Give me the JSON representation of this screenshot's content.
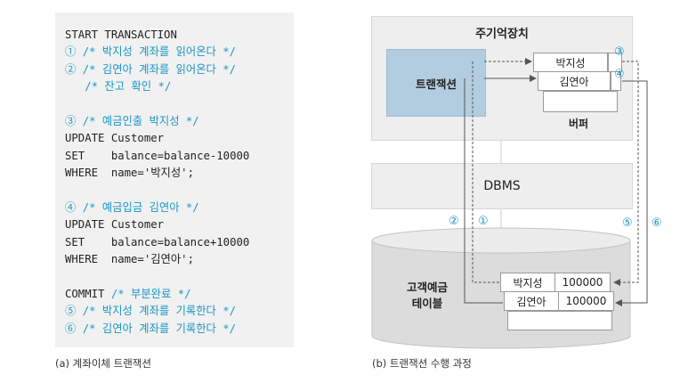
{
  "left": {
    "lines": [
      {
        "type": "kw",
        "text": "START TRANSACTION"
      },
      {
        "type": "cm",
        "text": "① /* 박지성 계좌를 읽어온다 */"
      },
      {
        "type": "cm",
        "text": "② /* 김연아 계좌를 읽어온다 */"
      },
      {
        "type": "cm",
        "text": "   /* 잔고 확인 */"
      },
      {
        "type": "blank",
        "text": ""
      },
      {
        "type": "cm",
        "text": "③ /* 예금인출 박지성 */"
      },
      {
        "type": "kw",
        "text": "UPDATE Customer"
      },
      {
        "type": "kw",
        "text": "SET    balance=balance-10000"
      },
      {
        "type": "kw",
        "text": "WHERE  name='박지성';"
      },
      {
        "type": "blank",
        "text": ""
      },
      {
        "type": "cm",
        "text": "④ /* 예금입금 김연아 */"
      },
      {
        "type": "kw",
        "text": "UPDATE Customer"
      },
      {
        "type": "kw",
        "text": "SET    balance=balance+10000"
      },
      {
        "type": "kw",
        "text": "WHERE  name='김연아';"
      },
      {
        "type": "blank",
        "text": ""
      },
      {
        "type": "mix",
        "kw": "COMMIT ",
        "cm": "/* 부분완료 */"
      },
      {
        "type": "cm",
        "text": "⑤ /* 박지성 계좌를 기록한다 */"
      },
      {
        "type": "cm",
        "text": "⑥ /* 김연아 계좌를 기록한다 */"
      }
    ],
    "caption": "(a) 계좌이체 트랜잭션"
  },
  "right": {
    "memory_title": "주기억장치",
    "transaction_label": "트랜잭션",
    "buffer_label": "버퍼",
    "buffer_rows": [
      "박지성",
      "김연아"
    ],
    "dbms_label": "DBMS",
    "table_label_line1": "고객예금",
    "table_label_line2": "테이블",
    "table_rows": [
      {
        "name": "박지성",
        "balance": "100000"
      },
      {
        "name": "김연아",
        "balance": "100000"
      }
    ],
    "marks": {
      "m1": "①",
      "m2": "②",
      "m3": "③",
      "m4": "④",
      "m5": "⑤",
      "m6": "⑥"
    },
    "caption": "(b) 트랜잭션 수행 과정",
    "colors": {
      "accent": "#1a97c7",
      "transaction_fill": "#b3cde0",
      "panel": "#eeeeee"
    }
  }
}
